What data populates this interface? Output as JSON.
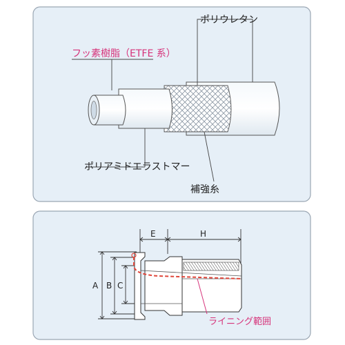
{
  "hose_diagram": {
    "labels": {
      "outer_layer": "ポリウレタン",
      "inner_liner": "フッ素樹脂（ETFE 系）",
      "middle_layer": "ポリアミドエラストマー",
      "reinforcement": "補強糸"
    },
    "colors": {
      "panel_fill": "#e6eff7",
      "panel_border": "#9aa6b3",
      "accent_pink": "#d6337a",
      "lining_red": "#e0463a",
      "line_dark": "#333333"
    }
  },
  "fitting_diagram": {
    "dimensions": {
      "e": "E",
      "h": "H",
      "a": "A",
      "b": "B",
      "c": "C"
    },
    "lining_label": "ライニング範囲"
  }
}
